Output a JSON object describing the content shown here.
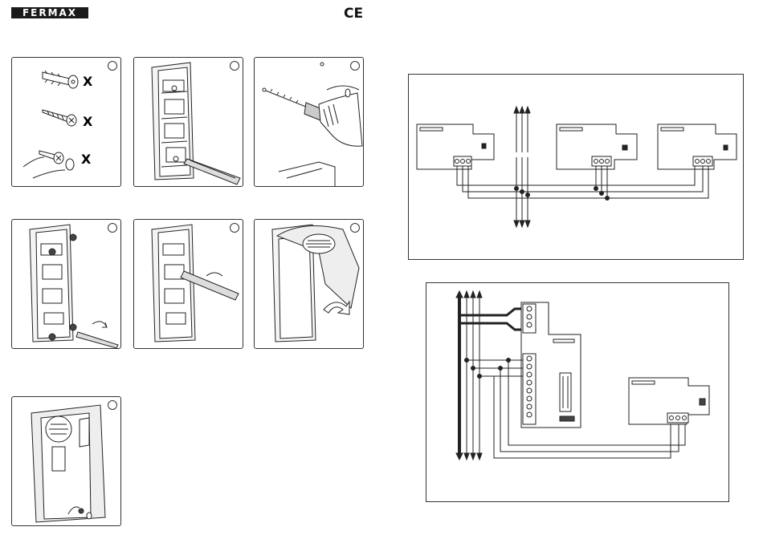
{
  "header": {
    "brand": "FERMAX",
    "mark": "CE"
  },
  "module_label": "FERMAX"
}
